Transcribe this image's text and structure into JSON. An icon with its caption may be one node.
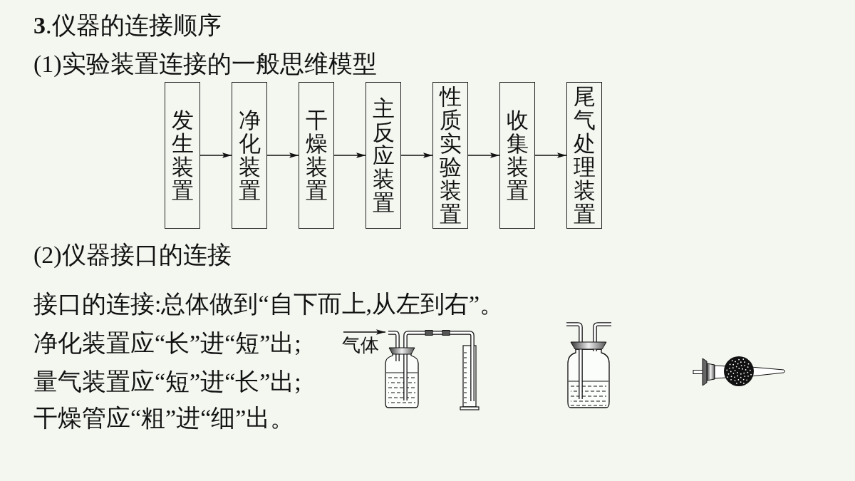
{
  "diagram": {
    "title": "**3**.仪器的连接顺序",
    "nodes": [
      {
        "text": [
          "发生装置"
        ]
      },
      {
        "text": [
          "净化装置"
        ]
      },
      {
        "text": [
          "干燥装置"
        ]
      },
      {
        "text": [
          "主反应装置"
        ]
      },
      {
        "text": [
          "性质实验装置"
        ]
      },
      {
        "text": [
          "收集装置"
        ]
      },
      {
        "text": [
          "尾气处理装置"
        ]
      },
      {
        "text": [],
        "shape": "picture"
      }
    ],
    "edges": [
      {
        "from": 0,
        "to": 1,
        "arrow": "to"
      },
      {
        "from": 1,
        "to": 2,
        "arrow": "to"
      },
      {
        "from": 2,
        "to": 3,
        "arrow": "to"
      },
      {
        "from": 3,
        "to": 4,
        "arrow": "to"
      },
      {
        "from": 4,
        "to": 5,
        "arrow": "to"
      },
      {
        "from": 5,
        "to": 6,
        "arrow": "to"
      },
      {
        "from": null,
        "to": 7,
        "arrow": "to",
        "label": "气体"
      }
    ],
    "labels": [
      "(1)实验装置连接的一般思维模型",
      "(2)仪器接口的连接",
      "接口的连接:总体做到“自下而上,从左到右”。",
      "净化装置应“长”进“短”出;",
      "量气装置应“短”进“长”出;",
      "干燥管应“粗”进“细”出。"
    ]
  }
}
